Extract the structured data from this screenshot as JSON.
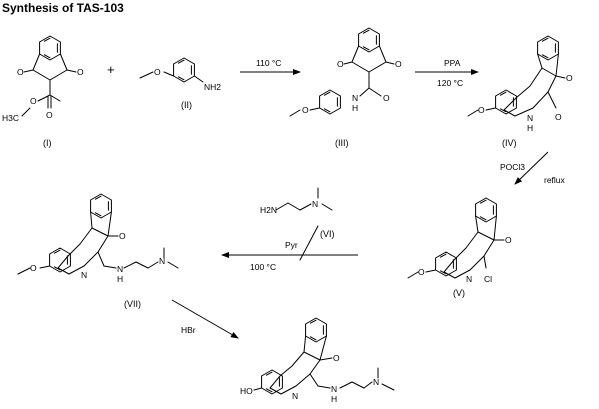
{
  "title": "Synthesis of TAS-103",
  "compounds": {
    "c1": {
      "label": "(I)",
      "atoms": {
        "o_top1": "O",
        "o_top2": "O",
        "h3c": "H3C",
        "o_ester1": "O",
        "o_ester2": "O"
      }
    },
    "c2": {
      "label": "(II)",
      "atoms": {
        "o": "O",
        "nh2": "NH2"
      }
    },
    "c3": {
      "label": "(III)",
      "atoms": {
        "o1": "O",
        "o2": "O",
        "o3": "O",
        "n": "N",
        "h": "H",
        "o_meo": "O"
      }
    },
    "c4": {
      "label": "(IV)",
      "atoms": {
        "o_ket": "O",
        "o_lact": "O",
        "n": "N",
        "h": "H",
        "o_meo": "O"
      }
    },
    "c5": {
      "label": "(V)",
      "atoms": {
        "o_ket": "O",
        "n": "N",
        "cl": "Cl",
        "o_meo": "O"
      }
    },
    "c6": {
      "label": "(VI)",
      "atoms": {
        "h2n": "H2N",
        "n": "N"
      }
    },
    "c7": {
      "label": "(VII)",
      "atoms": {
        "o_ket": "O",
        "n_ring": "N",
        "nh": "N",
        "h": "H",
        "n_me": "N",
        "o_meo": "O"
      }
    },
    "c8": {
      "atoms": {
        "o_ket": "O",
        "n_ring": "N",
        "nh": "N",
        "h": "H",
        "n_me": "N",
        "ho": "HO"
      }
    }
  },
  "plus": "+",
  "conditions": {
    "step1": "110 °C",
    "step2_reagent": "PPA",
    "step2_temp": "120 °C",
    "step3_reagent": "POCl3",
    "step3_cond": "reflux",
    "step4_solvent": "Pyr",
    "step4_temp": "100 °C",
    "step5_reagent": "HBr"
  }
}
